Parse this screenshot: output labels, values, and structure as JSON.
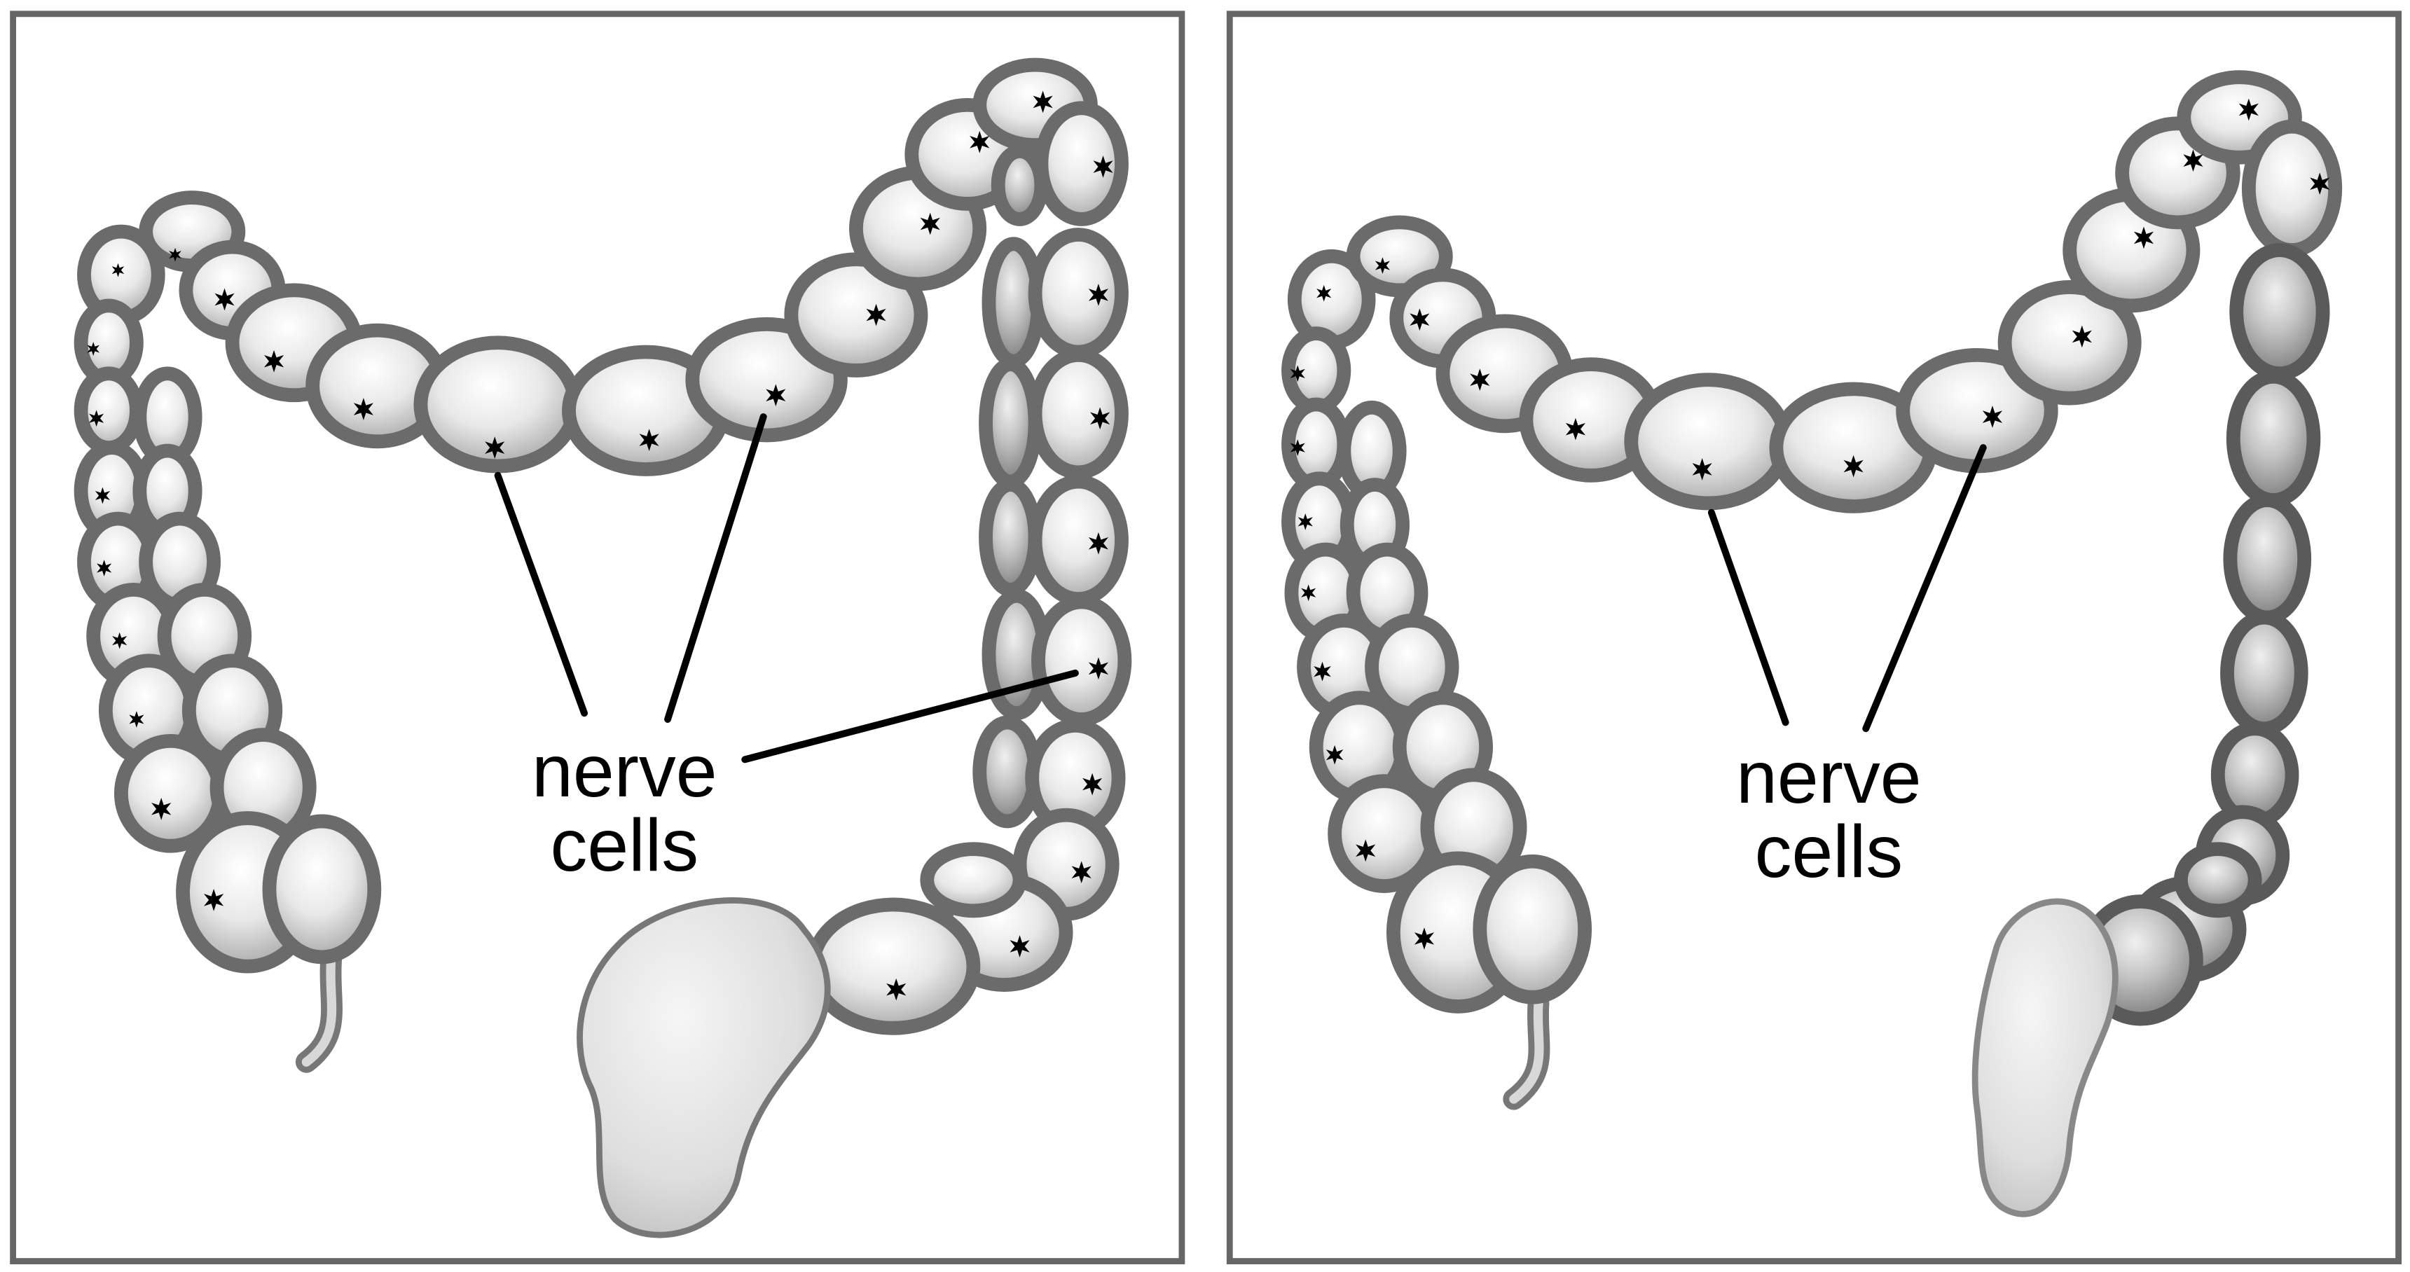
{
  "panels": [
    {
      "id": "left",
      "label_line1": "nerve",
      "label_line2": "cells",
      "nerve_cells_present": "throughout"
    },
    {
      "id": "right",
      "label_line1": "nerve",
      "label_line2": "cells",
      "nerve_cells_present": "partial"
    }
  ],
  "colors": {
    "frame": "#666666",
    "segment_fill": "#e6e6e6",
    "segment_outline": "#6b6b6b",
    "rectum_fill": "#dcdcdc",
    "nerve_cell": "#000000",
    "leader_line": "#000000"
  }
}
